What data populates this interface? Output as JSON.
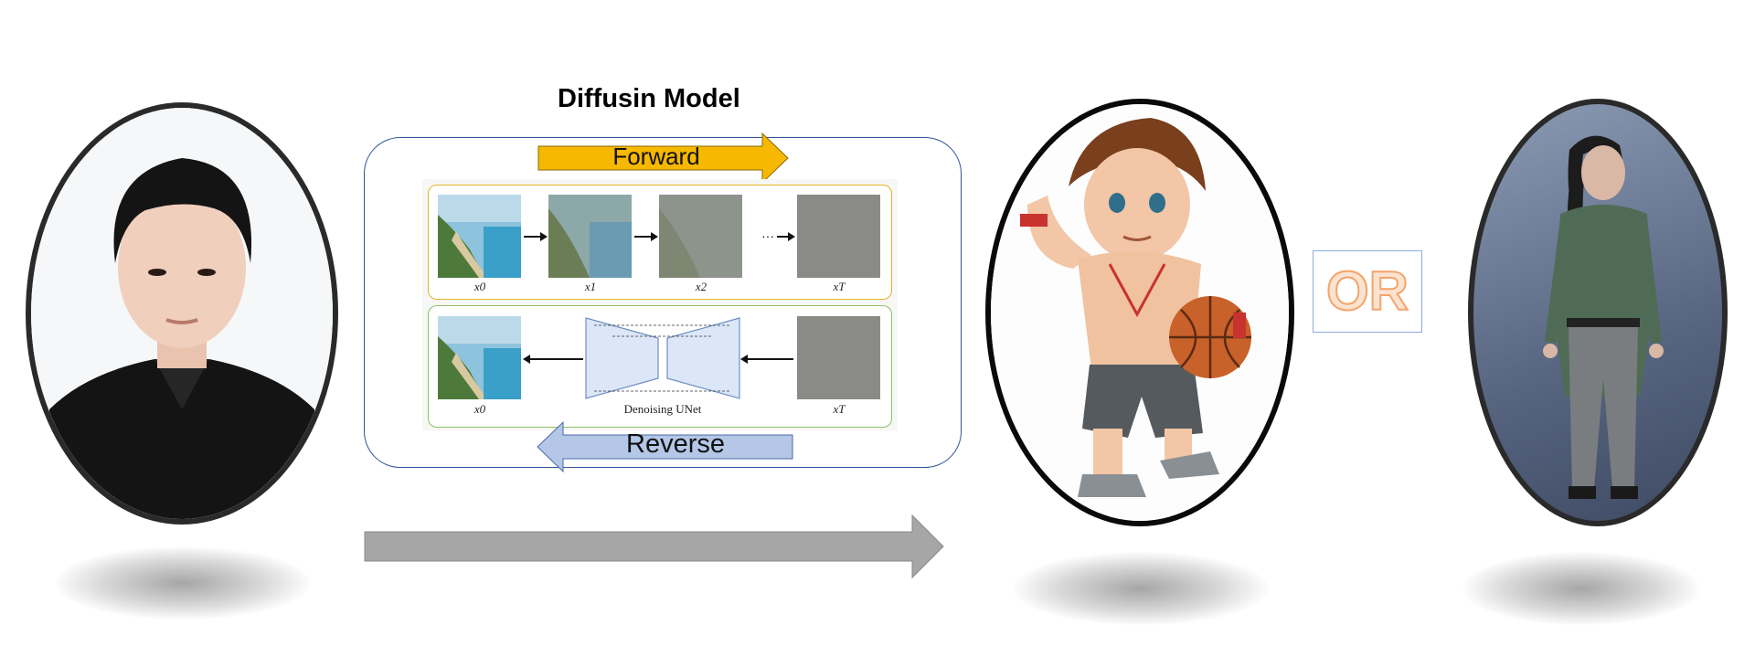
{
  "title": "Diffusin Model",
  "forward_label": "Forward",
  "reverse_label": "Reverse",
  "or_label": "OR",
  "diagram": {
    "ellipsis": "···",
    "forward_labels": [
      "x0",
      "x1",
      "x2",
      "xT"
    ],
    "reverse_labels": [
      "x0",
      "xT"
    ],
    "unet_label": "Denoising UNet"
  },
  "colors": {
    "forward_arrow": "#f6b800",
    "reverse_arrow": "#b4c7e7",
    "main_arrow": "#a6a6a6",
    "forward_box": "#e3b528",
    "reverse_box": "#8cc36a",
    "outer_box": "#2f5597",
    "or_text": "#f4a46a"
  }
}
